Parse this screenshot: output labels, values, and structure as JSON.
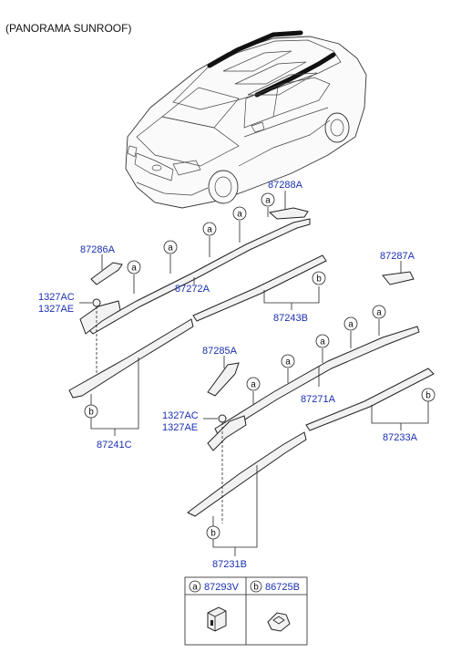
{
  "title": "(PANORAMA SUNROOF)",
  "part_labels": {
    "p87288A": "87288A",
    "p87286A": "87286A",
    "p87287A": "87287A",
    "p87272A": "87272A",
    "p87243B": "87243B",
    "p1327AC_1": "1327AC",
    "p1327AE_1": "1327AE",
    "p87285A": "87285A",
    "p87271A": "87271A",
    "p1327AC_2": "1327AC",
    "p1327AE_2": "1327AE",
    "p87233A": "87233A",
    "p87241C": "87241C",
    "p87231B": "87231B"
  },
  "callouts": {
    "a": "a",
    "b": "b"
  },
  "legend": [
    {
      "key": "a",
      "part": "87293V"
    },
    {
      "key": "b",
      "part": "86725B"
    }
  ]
}
